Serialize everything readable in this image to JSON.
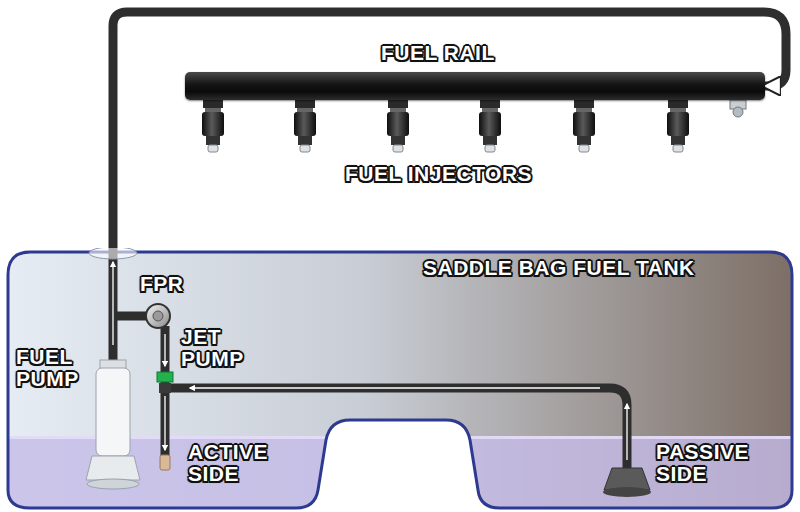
{
  "diagram": {
    "nodes": [
      {
        "text": [
          "SADDLE BAG FUEL TANK"
        ]
      },
      {
        "text": [
          "FUEL RAIL"
        ]
      }
    ],
    "edges": [
      {
        "from": 0,
        "to": 1,
        "arrow": "to"
      }
    ],
    "labels": [
      "FUEL INJECTORS",
      "FPR",
      "JET PUMP",
      "FUEL PUMP",
      "ACTIVE SIDE",
      "PASSIVE SIDE"
    ]
  }
}
